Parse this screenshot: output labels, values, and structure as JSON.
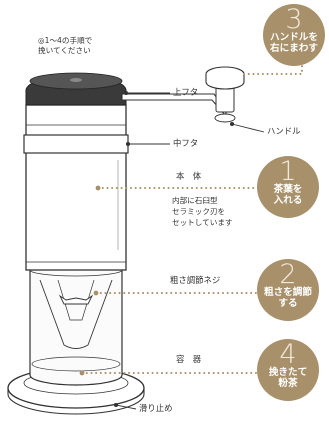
{
  "note": "◎1〜4の手順で\n挽いてください",
  "labels": {
    "top_lid": "上フタ",
    "handle": "ハンドル",
    "middle_lid": "中フタ",
    "body": "本　体",
    "body_desc": "内部に石臼型\nセラミック刃を\nセットしています",
    "adjust_screw": "粗さ調節ネジ",
    "container": "容　器",
    "non_slip": "滑り止め"
  },
  "steps": [
    {
      "number": "3",
      "text": "ハンドルを\n右にまわす"
    },
    {
      "number": "1",
      "text": "茶葉を\n入れる"
    },
    {
      "number": "2",
      "text": "粗さを調節\nする"
    },
    {
      "number": "4",
      "text": "挽きたて\n粉茶"
    }
  ],
  "colors": {
    "badge": "#a8916a",
    "badge_number": "#f1e9dc",
    "badge_text": "#ffffff",
    "leader_dots": "#a8916a",
    "line": "#333333"
  }
}
